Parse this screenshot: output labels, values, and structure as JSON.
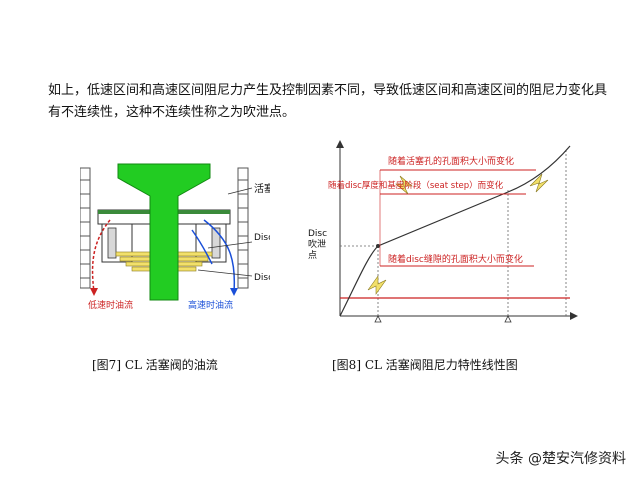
{
  "paragraph": "如上，低速区间和高速区间阻尼力产生及控制因素不同，导致低速区间和高速区间的阻尼力变化具有不连续性，这种不连续性称之为吹泄点。",
  "figure7": {
    "caption": "[图7] CL 活塞阀的油流",
    "labels": {
      "piston": "活塞",
      "discs": "Discs",
      "disc": "Disc",
      "low_speed": "低速时油流",
      "high_speed": "高速时油流"
    }
  },
  "figure8": {
    "caption": "[图8] CL 活塞阀阻尼力特性线性图",
    "labels": {
      "piston_hole": "随着活塞孔的孔面积大小而变化",
      "seat_step": "随着disc厚度和基座阶段（seat step）而变化",
      "disc_gap": "随着disc缝隙的孔面积大小而变化",
      "blowoff": "Disc吹泄点"
    }
  },
  "watermark": "头条 @楚安汽修资料",
  "colors": {
    "green": "#22cc22",
    "red": "#cc2222",
    "blue": "#1a4fd8",
    "yellow": "#f2e06a"
  }
}
